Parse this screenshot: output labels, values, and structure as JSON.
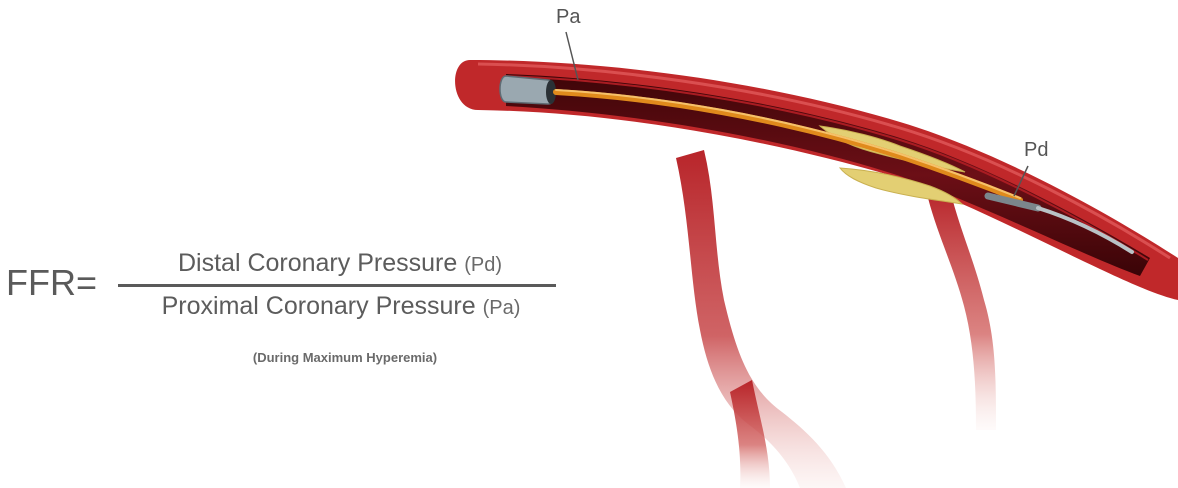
{
  "formula": {
    "lhs": "FFR",
    "equals": "=",
    "numerator_text": "Distal Coronary Pressure",
    "numerator_abbrev": "(Pd)",
    "denominator_text": "Proximal Coronary Pressure",
    "denominator_abbrev": "(Pa)",
    "condition": "(During Maximum Hyperemia)"
  },
  "callouts": {
    "proximal": "Pa",
    "distal": "Pd"
  },
  "colors": {
    "artery": "#c0282a",
    "artery_dark": "#5a0a10",
    "guidewire": "#e08a1c",
    "plaque": "#e3cf73",
    "catheter_tip": "#9aa8b0",
    "text": "#5a5a5a"
  }
}
